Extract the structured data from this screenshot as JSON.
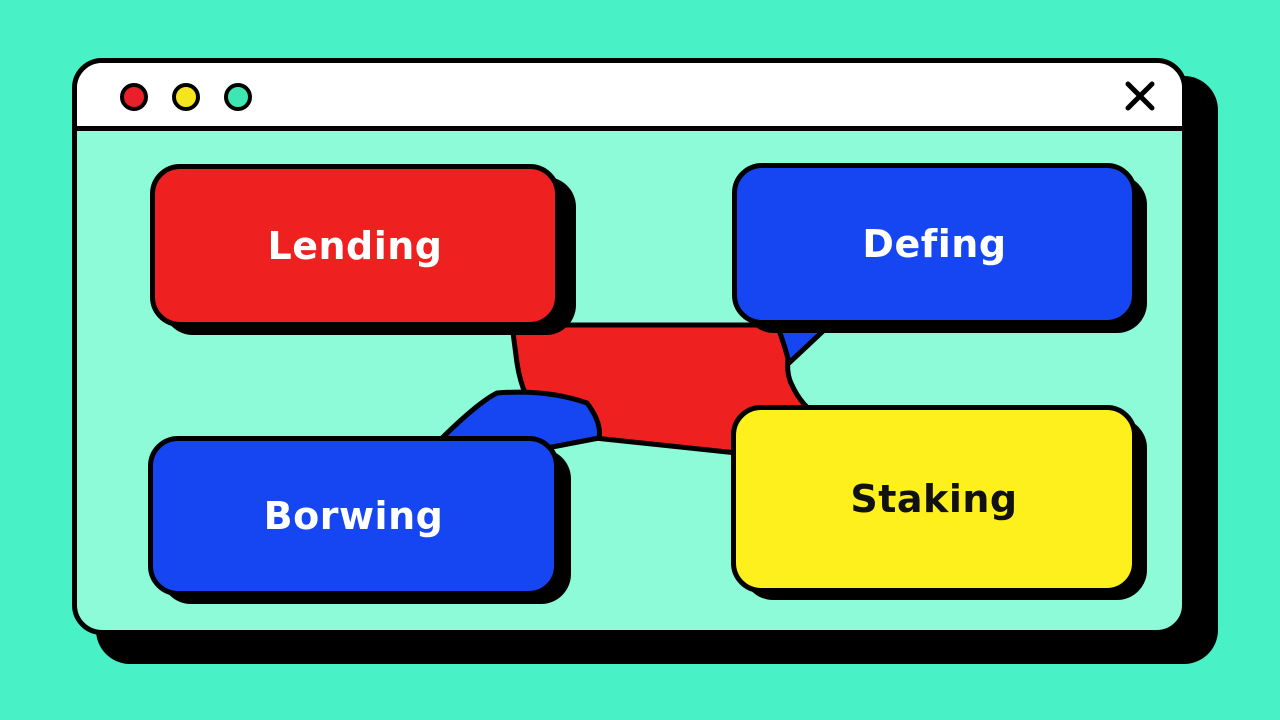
{
  "window": {
    "controls": [
      "red-dot",
      "yellow-dot",
      "green-dot"
    ],
    "close_icon": "close-icon"
  },
  "colors": {
    "background": "#48f2c6",
    "window_body": "#8dfbd8",
    "titlebar": "#ffffff",
    "outline": "#000000",
    "red": "#ee2020",
    "blue": "#1546f2",
    "yellow": "#fdf01c",
    "dot_red": "#e8202a",
    "dot_yellow": "#f6e51e",
    "dot_green": "#3ee6b4",
    "white_text": "#ffffff",
    "dark_text": "#111111"
  },
  "cards": {
    "lending": {
      "label": "Lending"
    },
    "defing": {
      "label": "Defing"
    },
    "borwing": {
      "label": "Borwing"
    },
    "staking": {
      "label": "Staking"
    }
  }
}
